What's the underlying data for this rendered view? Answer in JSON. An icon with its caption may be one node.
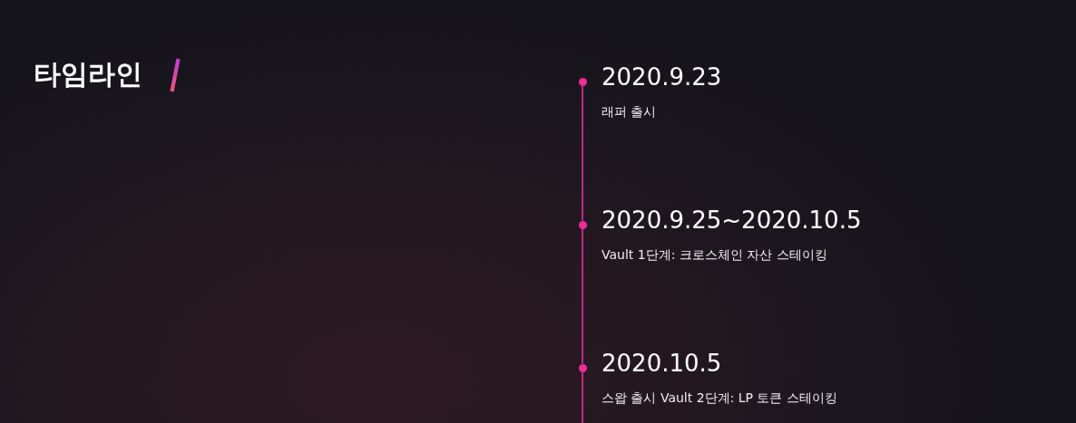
{
  "diagram": {
    "title": "타임라인",
    "nodes": [
      {
        "text": [],
        "shape": "circle",
        "beside": [
          "2020.9.23",
          "래퍼 출시"
        ]
      },
      {
        "text": [],
        "shape": "circle",
        "beside": [
          "2020.9.25~2020.10.5",
          "Vault 1단계: 크로스체인 자산 스테이킹"
        ]
      },
      {
        "text": [],
        "shape": "circle",
        "beside": [
          "2020.10.5",
          "스왑 출시 Vault 2단계: LP 토큰 스테이킹"
        ]
      }
    ],
    "edges": [
      {
        "from": 0,
        "to": 1,
        "arrow": "none"
      },
      {
        "from": 1,
        "to": 2,
        "arrow": "none"
      },
      {
        "from": 2,
        "to": null,
        "arrow": "none"
      }
    ]
  }
}
